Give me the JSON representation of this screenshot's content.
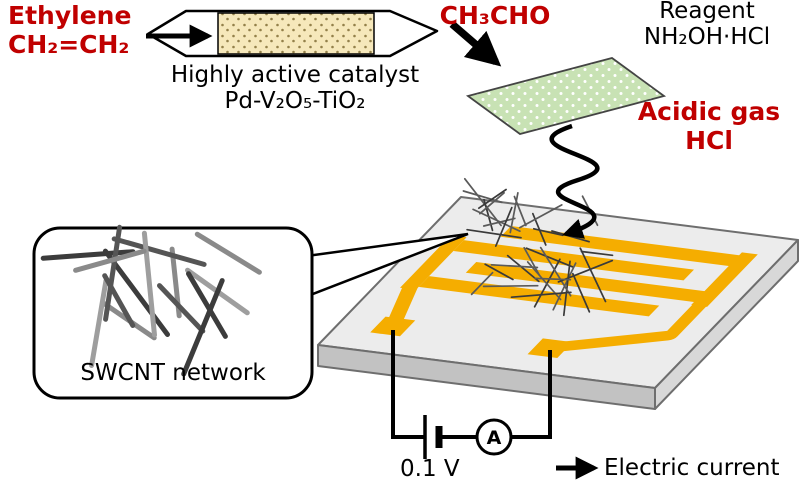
{
  "colors": {
    "red": "#c00000",
    "tube_fill": "#f6e8bb",
    "plate_fill": "#c8e2b4",
    "electrode": "#f5ad00",
    "chip_top": "#ececec",
    "chip_front": "#c2c2c2",
    "chip_right": "#d8d8d8"
  },
  "labels": {
    "ethylene_name": "Ethylene",
    "ethylene_formula": "CH₂=CH₂",
    "catalyst_caption_line1": "Highly active catalyst",
    "catalyst_caption_line2": "Pd-V₂O₅-TiO₂",
    "acetaldehyde_formula": "CH₃CHO",
    "reagent_name": "Reagent",
    "reagent_formula": "NH₂OH·HCl",
    "acidic_gas_name": "Acidic gas",
    "acidic_gas_formula": "HCl",
    "swcnt_label": "SWCNT network",
    "voltage_label": "0.1 V",
    "ammeter_label": "A",
    "current_label": "Electric current"
  }
}
